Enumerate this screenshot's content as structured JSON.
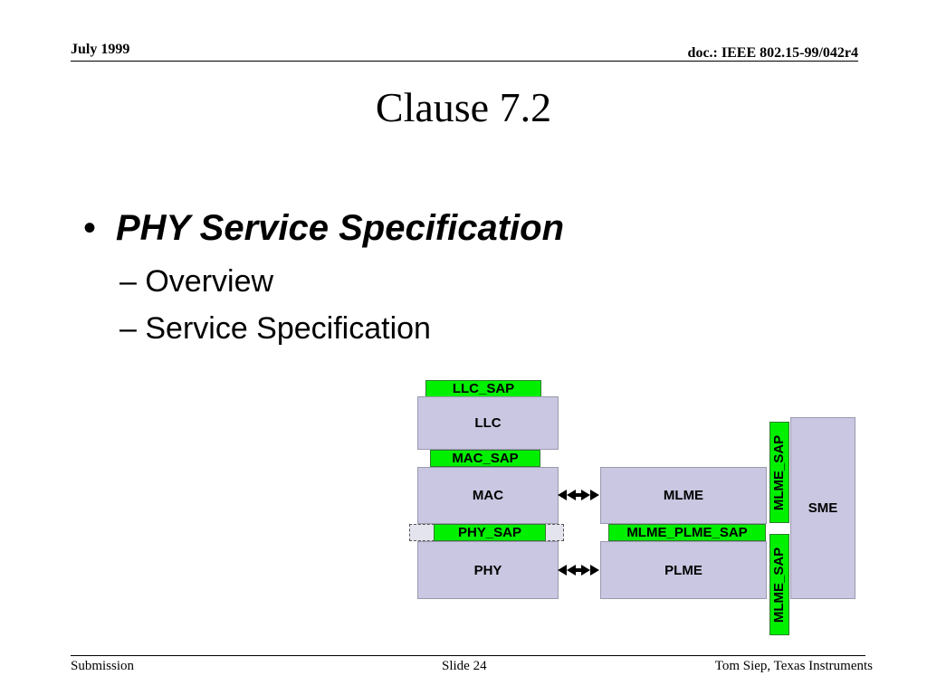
{
  "header": {
    "date": "July 1999",
    "doc": "doc.: IEEE 802.15-99/042r4"
  },
  "slide": {
    "title": "Clause 7.2",
    "bullets": [
      {
        "marker": "•",
        "text": "PHY Service Specification"
      },
      {
        "text": "– Overview"
      },
      {
        "text": "– Service Specification"
      }
    ]
  },
  "diagram": {
    "llc_sap": "LLC_SAP",
    "llc": "LLC",
    "mac_sap": "MAC_SAP",
    "mac": "MAC",
    "phy_sap": "PHY_SAP",
    "phy": "PHY",
    "mlme": "MLME",
    "mlme_plme_sap": "MLME_PLME_SAP",
    "plme": "PLME",
    "mlme_sap_top": "MLME_SAP",
    "mlme_sap_bottom": "MLME_SAP",
    "sme": "SME",
    "colors": {
      "layer": "#c9c7e1",
      "sap": "#00f000"
    }
  },
  "footer": {
    "left": "Submission",
    "center": "Slide 24",
    "right": "Tom Siep, Texas Instruments"
  }
}
